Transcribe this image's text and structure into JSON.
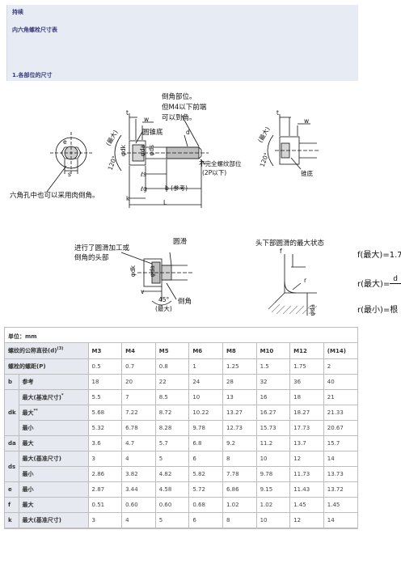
{
  "header": {
    "continued": "持续",
    "table_title": "内六角螺栓尺寸表",
    "section_title": "1.各部位的尺寸"
  },
  "diagram_top": {
    "chamfer_note_1": "倒角部位。",
    "chamfer_note_2": "但M4以下前端",
    "chamfer_note_3": "可以到角。",
    "cone_bottom": "圆锥底",
    "incomplete_thread_1": "不完全螺纹部位",
    "incomplete_thread_2": "(2P以下)",
    "hex_hole_note": "六角孔中也可以采用肉倒角。",
    "b_ref": "b (参考)",
    "angle_max": "(最大)",
    "angle_120": "120°",
    "sym_t": "t",
    "sym_w": "w",
    "sym_d": "d",
    "sym_e": "e",
    "sym_s": "s",
    "sym_dk": "φdk",
    "sym_da": "φda",
    "sym_ds": "φds",
    "sym_ls": "ℓs",
    "sym_lg": "ℓg",
    "sym_k": "k",
    "sym_L": "L",
    "right_t": "t",
    "right_w": "w",
    "right_cone": "锥底",
    "right_120": "120°",
    "right_max": "(最大)"
  },
  "diagram_bottom": {
    "fillet_note_1": "进行了圆滑加工或",
    "fillet_note_2": "倒角的头部",
    "rounding": "圆滑",
    "chamfer": "倒角",
    "angle_45": "45°",
    "angle_max": "(最大)",
    "sym_dk": "φdk",
    "sym_da": "φda",
    "sym_v": "v",
    "head_state": "头下部圆滑的最大状态",
    "sym_f": "f",
    "sym_r": "r",
    "sym_da2": "φda",
    "formula_1": "f(最大)=1.7",
    "formula_2_pre": "r(最大)=",
    "formula_2_num": "d",
    "formula_3": "r(最小)=根"
  },
  "table": {
    "unit": "单位：mm",
    "header_label": "螺纹的公称直径(d)",
    "header_note": "(3)",
    "sizes": [
      "M3",
      "M4",
      "M5",
      "M6",
      "M8",
      "M10",
      "M12",
      "(M14)"
    ],
    "rows": [
      {
        "sym": "螺栓的螺距(P)",
        "sub": "",
        "values": [
          "0.5",
          "0.7",
          "0.8",
          "1",
          "1.25",
          "1.5",
          "1.75",
          "2"
        ]
      },
      {
        "sym": "b",
        "sub": "参考",
        "values": [
          "18",
          "20",
          "22",
          "24",
          "28",
          "32",
          "36",
          "40"
        ]
      },
      {
        "sym": "dk",
        "sub": "最大(基准尺寸)",
        "note": "*",
        "values": [
          "5.5",
          "7",
          "8.5",
          "10",
          "13",
          "16",
          "18",
          "21"
        ]
      },
      {
        "sym": "",
        "sub": "最大",
        "note": "**",
        "values": [
          "5.68",
          "7.22",
          "8.72",
          "10.22",
          "13.27",
          "16.27",
          "18.27",
          "21.33"
        ]
      },
      {
        "sym": "",
        "sub": "最小",
        "values": [
          "5.32",
          "6.78",
          "8.28",
          "9.78",
          "12.73",
          "15.73",
          "17.73",
          "20.67"
        ]
      },
      {
        "sym": "da",
        "sub": "最大",
        "values": [
          "3.6",
          "4.7",
          "5.7",
          "6.8",
          "9.2",
          "11.2",
          "13.7",
          "15.7"
        ]
      },
      {
        "sym": "ds",
        "sub": "最大(基准尺寸)",
        "values": [
          "3",
          "4",
          "5",
          "6",
          "8",
          "10",
          "12",
          "14"
        ]
      },
      {
        "sym": "",
        "sub": "最小",
        "values": [
          "2.86",
          "3.82",
          "4.82",
          "5.82",
          "7.78",
          "9.78",
          "11.73",
          "13.73"
        ]
      },
      {
        "sym": "e",
        "sub": "最小",
        "values": [
          "2.87",
          "3.44",
          "4.58",
          "5.72",
          "6.86",
          "9.15",
          "11.43",
          "13.72"
        ]
      },
      {
        "sym": "f",
        "sub": "最大",
        "values": [
          "0.51",
          "0.60",
          "0.60",
          "0.68",
          "1.02",
          "1.02",
          "1.45",
          "1.45"
        ]
      },
      {
        "sym": "k",
        "sub": "最大(基准尺寸)",
        "values": [
          "3",
          "4",
          "5",
          "6",
          "8",
          "10",
          "12",
          "14"
        ]
      }
    ]
  }
}
